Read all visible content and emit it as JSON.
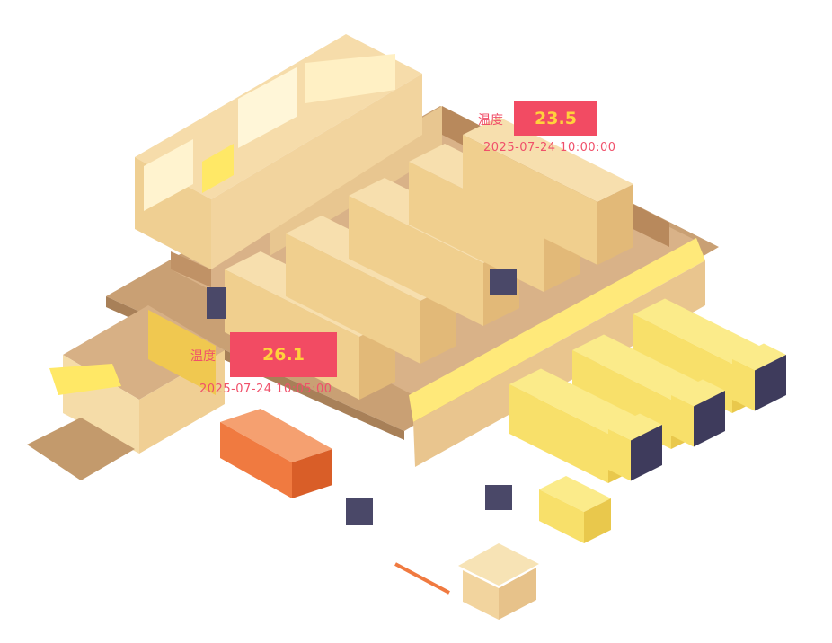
{
  "sensors": [
    {
      "label": "温度",
      "value": "23.5",
      "timestamp": "2025-07-24 10:00:00"
    },
    {
      "label": "温度",
      "value": "26.1",
      "timestamp": "2025-07-24 10:05:00"
    }
  ],
  "colors": {
    "label": "#f0506a",
    "badge_bg": "#f24b63",
    "badge_text": "#ffd23c",
    "truck": "#f8e06a",
    "container": "#f07a40",
    "wall": "#f2d49e",
    "floor": "#c9a074"
  }
}
